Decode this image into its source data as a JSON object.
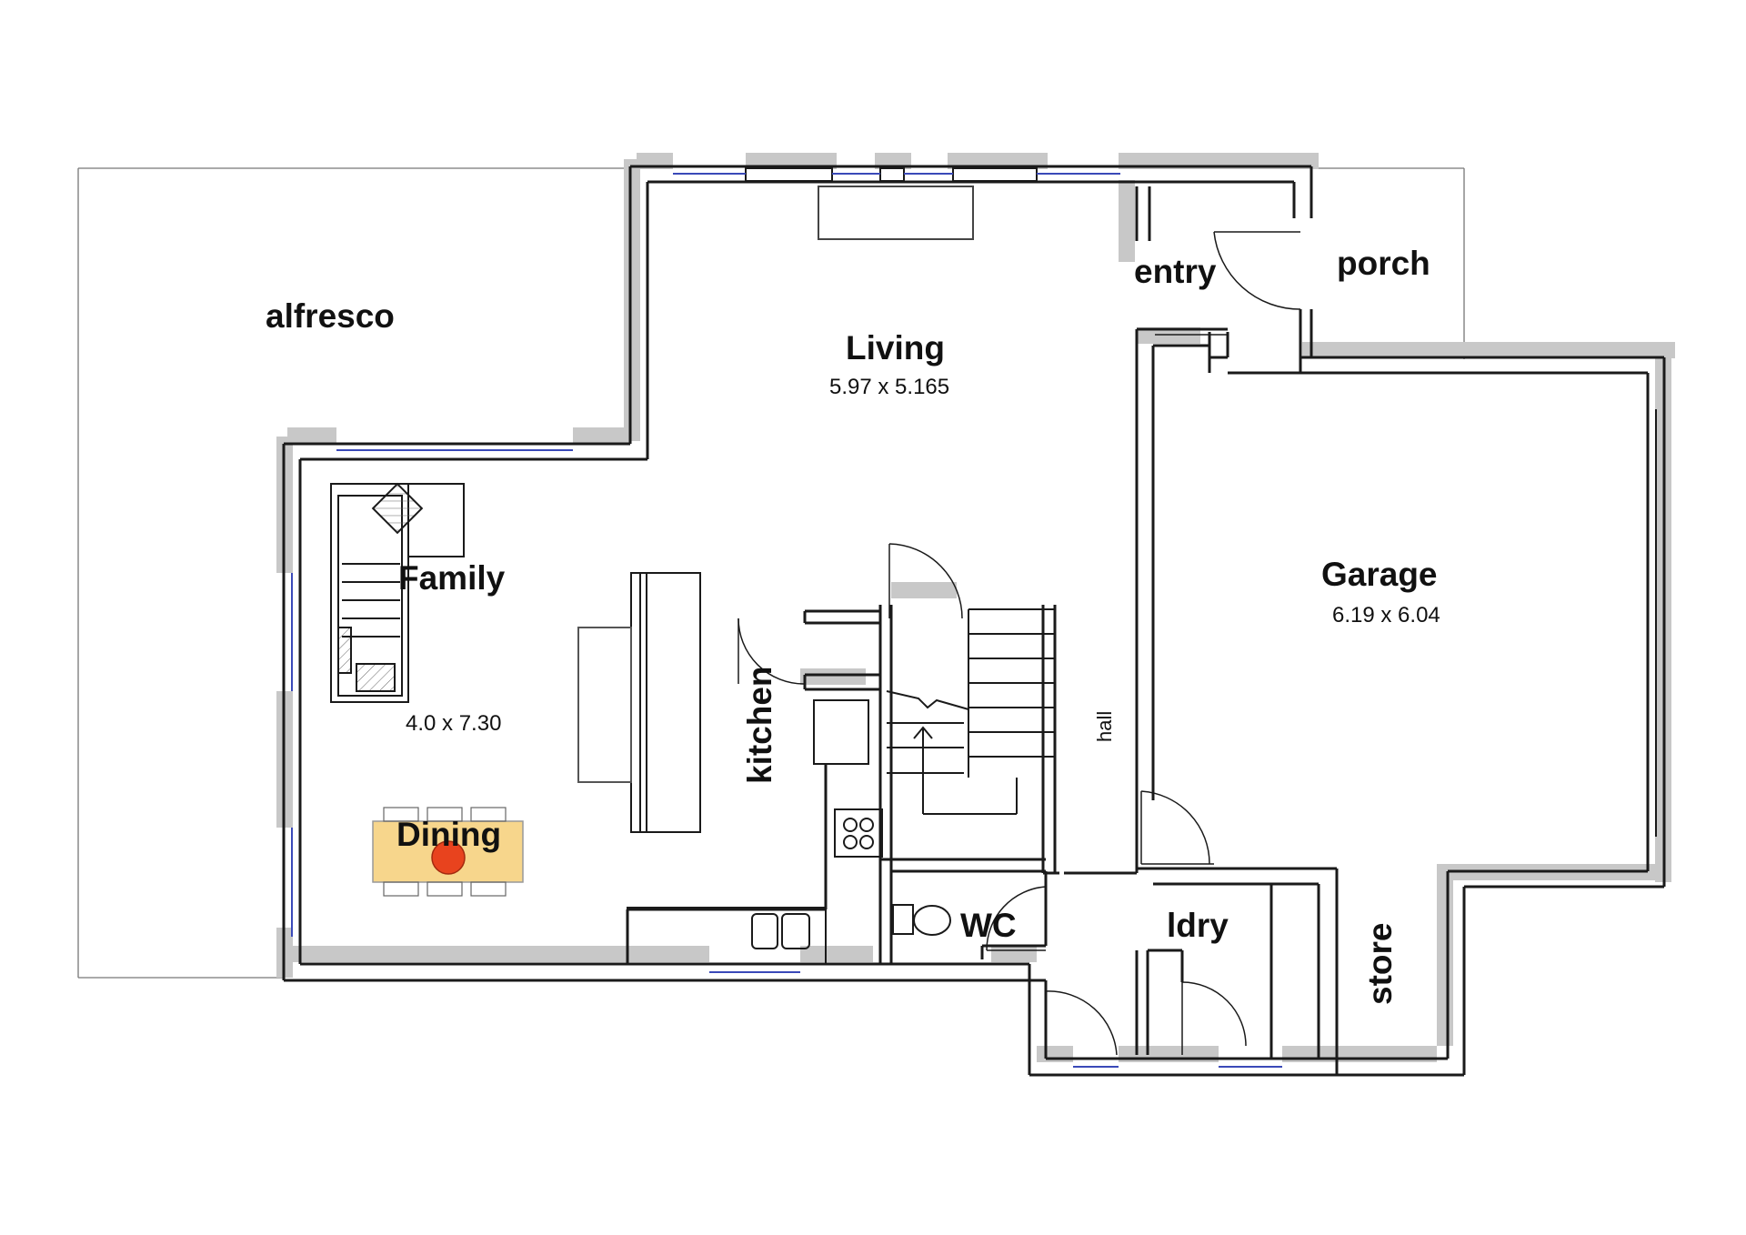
{
  "rooms": {
    "alfresco": {
      "name": "alfresco"
    },
    "living": {
      "name": "Living",
      "dims": "5.97 x 5.165"
    },
    "entry": {
      "name": "entry"
    },
    "porch": {
      "name": "porch"
    },
    "family": {
      "name": "Family",
      "dims": "4.0 x 7.30"
    },
    "dining": {
      "name": "Dining"
    },
    "kitchen": {
      "name": "kitchen"
    },
    "hall": {
      "name": "hall"
    },
    "garage": {
      "name": "Garage",
      "dims": "6.19 x 6.04"
    },
    "wc": {
      "name": "WC"
    },
    "ldry": {
      "name": "ldry"
    },
    "store": {
      "name": "store"
    }
  },
  "colors": {
    "wall": "#1a1a1a",
    "wall_shadow": "#c8c8c8",
    "dining_table": "#f7d68c",
    "dining_marker": "#e8431e",
    "window_glass": "#3a49b8"
  }
}
